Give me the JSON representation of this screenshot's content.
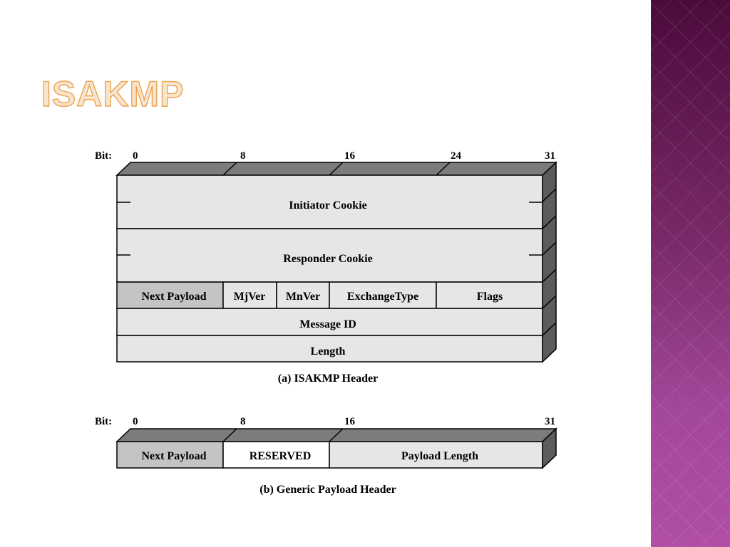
{
  "slide": {
    "title": "ISAKMP"
  },
  "colors": {
    "accent": "#f0a24e",
    "title_fill": "#f6e6cf",
    "cell_fill": "#e6e6e6",
    "cell_dark": "#c4c4c4",
    "cell_white": "#ffffff",
    "top_face": "#7c7c7c",
    "side_face": "#5c5c5c",
    "band_top": "#4a0b3a",
    "band_bottom": "#b04fa4"
  },
  "figure_a": {
    "bit_label": "Bit:",
    "bits": [
      "0",
      "8",
      "16",
      "24",
      "31"
    ],
    "rows": [
      {
        "name": "initiator-cookie",
        "cells": [
          {
            "label": "Initiator Cookie",
            "shade": "light"
          }
        ]
      },
      {
        "name": "responder-cookie",
        "cells": [
          {
            "label": "Responder Cookie",
            "shade": "light"
          }
        ]
      },
      {
        "name": "header-fields",
        "cells": [
          {
            "label": "Next Payload",
            "shade": "dark"
          },
          {
            "label": "MjVer",
            "shade": "light"
          },
          {
            "label": "MnVer",
            "shade": "light"
          },
          {
            "label": "ExchangeType",
            "shade": "light"
          },
          {
            "label": "Flags",
            "shade": "light"
          }
        ]
      },
      {
        "name": "message-id",
        "cells": [
          {
            "label": "Message ID",
            "shade": "light"
          }
        ]
      },
      {
        "name": "length",
        "cells": [
          {
            "label": "Length",
            "shade": "light"
          }
        ]
      }
    ],
    "caption": "(a) ISAKMP Header"
  },
  "figure_b": {
    "bit_label": "Bit:",
    "bits": [
      "0",
      "8",
      "16",
      "31"
    ],
    "rows": [
      {
        "name": "generic-payload-fields",
        "cells": [
          {
            "label": "Next Payload",
            "shade": "dark"
          },
          {
            "label": "RESERVED",
            "shade": "white"
          },
          {
            "label": "Payload Length",
            "shade": "light"
          }
        ]
      }
    ],
    "caption": "(b) Generic Payload Header"
  }
}
